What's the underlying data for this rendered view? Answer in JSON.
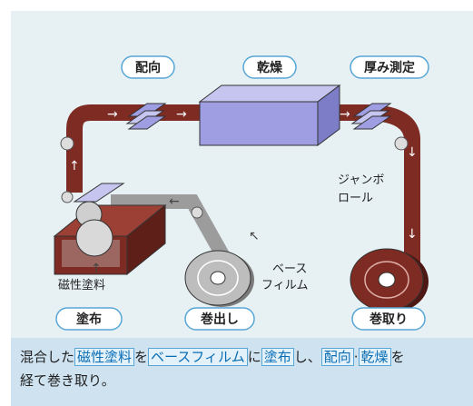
{
  "stages": {
    "orientation": "配向",
    "drying": "乾燥",
    "thickness": "厚み測定",
    "coating": "塗布",
    "unwind": "巻出し",
    "winding": "巻取り"
  },
  "labels": {
    "magnetic_paint": "磁性塗料",
    "base_film_line1": "ベース",
    "base_film_line2": "フィルム",
    "jumbo_line1": "ジャンボ",
    "jumbo_line2": "ロール"
  },
  "caption": {
    "p1": "混合した",
    "t1": "磁性塗料",
    "p2": "を",
    "t2": "ベースフィルム",
    "p3": "に",
    "t3": "塗布",
    "p4": "し、",
    "t4": "配向",
    "p5": "·",
    "t5": "乾燥",
    "p6": "を",
    "line2": "経て巻き取り。"
  },
  "colors": {
    "film": "#7d2b23",
    "film_base": "#9c9c9c",
    "machine": "#9f9ee2",
    "panel": "#e7f1f4",
    "caption_bg": "#cfe2f0",
    "highlight": "#0a6db4"
  }
}
